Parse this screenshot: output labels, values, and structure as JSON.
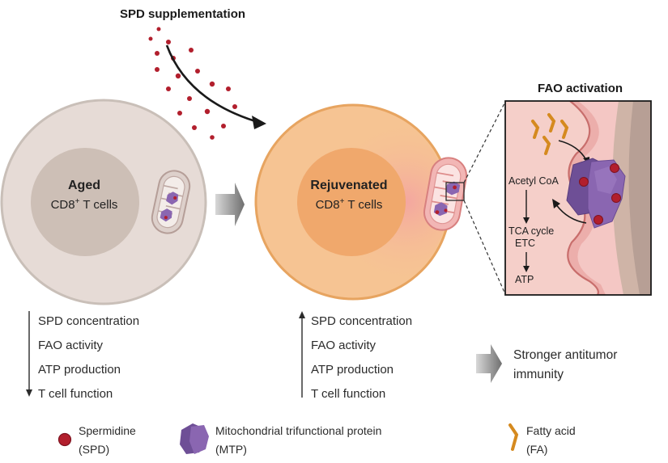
{
  "header": {
    "supplement_title": "SPD supplementation",
    "fao_title": "FAO activation"
  },
  "aged_cell": {
    "title": "Aged",
    "subtitle_prefix": "CD8",
    "subtitle_sup": "+",
    "subtitle_suffix": " T cells"
  },
  "rejuvenated_cell": {
    "title": "Rejuvenated",
    "subtitle_prefix": "CD8",
    "subtitle_sup": "+",
    "subtitle_suffix": " T cells"
  },
  "pathway": {
    "step1": "Acetyl CoA",
    "step2": "TCA cycle",
    "step3": "ETC",
    "step4": "ATP"
  },
  "aged_list": {
    "items": [
      "SPD concentration",
      "FAO activity",
      "ATP production",
      "T cell function"
    ],
    "direction": "down"
  },
  "rejuvenated_list": {
    "items": [
      "SPD concentration",
      "FAO activity",
      "ATP production",
      "T cell function"
    ],
    "direction": "up"
  },
  "outcome": {
    "line1": "Stronger antitumor",
    "line2": "immunity"
  },
  "legend": {
    "spd_line1": "Spermidine",
    "spd_line2": "(SPD)",
    "mtp_line1": "Mitochondrial trifunctional protein",
    "mtp_line2": "(MTP)",
    "fa_line1": "Fatty acid",
    "fa_line2": "(FA)"
  },
  "colors": {
    "spd_red": "#b21f2d",
    "mtp_purple": "#7d5aa6",
    "fa_orange": "#d58a1f",
    "aged_cell": "#e6dbd6",
    "rejuvenated_cell": "#f4c48f",
    "mitochondria_pink": "#f2b6b5"
  }
}
